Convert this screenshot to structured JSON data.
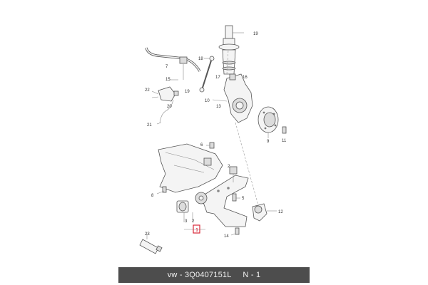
{
  "callouts": {
    "c1": "1",
    "c2a": "2",
    "c2b": "2",
    "c3": "3",
    "c5": "5",
    "c6": "6",
    "c7": "7",
    "c8": "8",
    "c9": "9",
    "c10": "10",
    "c11": "11",
    "c12": "12",
    "c13": "13",
    "c14": "14",
    "c15": "15",
    "c16": "16",
    "c17": "17",
    "c18": "18",
    "c19a": "19",
    "c19b": "19",
    "c20": "20",
    "c21": "21",
    "c22": "22",
    "c23": "23"
  },
  "colors": {
    "highlight": "#d9283a",
    "footer_bg": "#4d4d4d"
  },
  "footer": {
    "label": "vw - 3Q0407151L     N - 1"
  }
}
